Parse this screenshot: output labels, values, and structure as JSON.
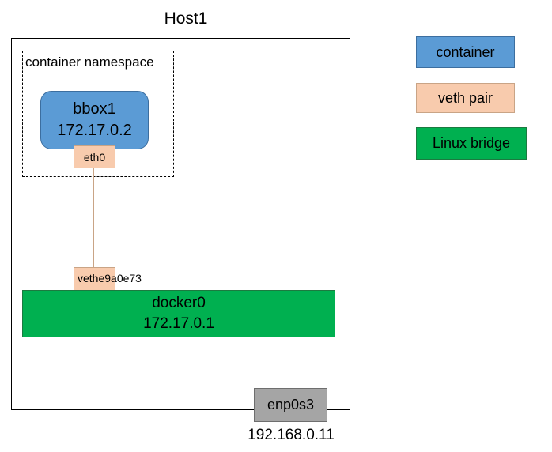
{
  "host": {
    "title": "Host1",
    "namespace_label": "container namespace",
    "container": {
      "name": "bbox1",
      "ip": "172.17.0.2",
      "interface": "eth0"
    },
    "bridge": {
      "name": "docker0",
      "ip": "172.17.0.1",
      "veth_interface": "vethe9a0e73"
    },
    "nic": {
      "name": "enp0s3",
      "ip": "192.168.0.11"
    }
  },
  "legend": {
    "container": "container",
    "veth_pair": "veth pair",
    "linux_bridge": "Linux bridge"
  },
  "colors": {
    "container": "#5b9bd5",
    "veth_pair": "#f8cbad",
    "linux_bridge": "#00b050",
    "nic": "#a5a5a5",
    "link": "#c9a486"
  }
}
